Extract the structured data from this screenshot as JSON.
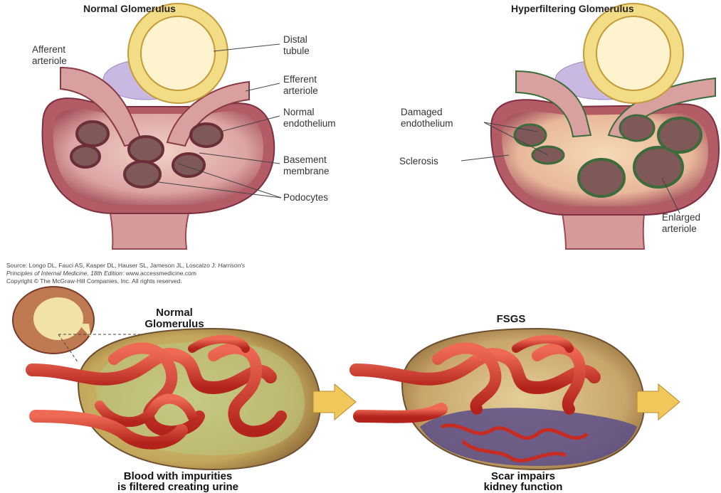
{
  "top": {
    "left_title": "Normal Glomerulus",
    "right_title": "Hyperfiltering Glomerulus",
    "labels_left": {
      "afferent": "Afferent\narteriole",
      "distal": "Distal\ntubule",
      "efferent": "Efferent\narteriole",
      "endothelium": "Normal\nendothelium",
      "basement": "Basement\nmembrane",
      "podocytes": "Podocytes"
    },
    "labels_right": {
      "damaged": "Damaged\nendothelium",
      "sclerosis": "Sclerosis",
      "enlarged": "Enlarged\narteriole"
    },
    "source_line1": "Source: Longo DL, Fauci AS, Kasper DL, Hauser SL, Jameson JL, Loscalzo J: ",
    "source_italic1": "Harrison's",
    "source_italic2": "Principles of Internal Medicine, 18th Edition",
    "source_line2": ": www.accessmedicine.com",
    "copyright": "Copyright © The McGraw-Hill Companies, Inc. All rights reserved."
  },
  "bottom": {
    "left_title": "Normal\nGlomerulus",
    "right_title": "FSGS",
    "left_caption": "Blood with impurities\nis filtered creating urine",
    "right_caption": "Scar impairs\nkidney function"
  },
  "colors": {
    "tissue": "#c98a8e",
    "tissue_dark": "#8a3a45",
    "tubule": "#f3dc86",
    "capillary": "#d63a2c",
    "capsule": "#c6a15b",
    "scar": "#5b4d8a",
    "arrow": "#f0c75a"
  }
}
